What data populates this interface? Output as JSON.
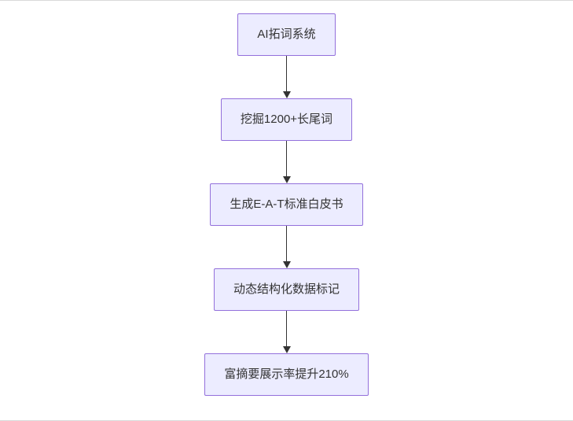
{
  "diagram": {
    "type": "flowchart",
    "direction": "top-down",
    "nodes": [
      {
        "id": "step-1",
        "label": "AI拓词系统"
      },
      {
        "id": "step-2",
        "label": "挖掘1200+长尾词"
      },
      {
        "id": "step-3",
        "label": "生成E-A-T标准白皮书"
      },
      {
        "id": "step-4",
        "label": "动态结构化数据标记"
      },
      {
        "id": "step-5",
        "label": "富摘要展示率提升210%"
      }
    ],
    "edges": [
      {
        "from": "step-1",
        "to": "step-2"
      },
      {
        "from": "step-2",
        "to": "step-3"
      },
      {
        "from": "step-3",
        "to": "step-4"
      },
      {
        "from": "step-4",
        "to": "step-5"
      }
    ],
    "colors": {
      "node_fill": "#ECECFF",
      "node_border": "#9370DB",
      "text": "#333333",
      "arrow": "#333333",
      "background": "#ffffff"
    }
  }
}
